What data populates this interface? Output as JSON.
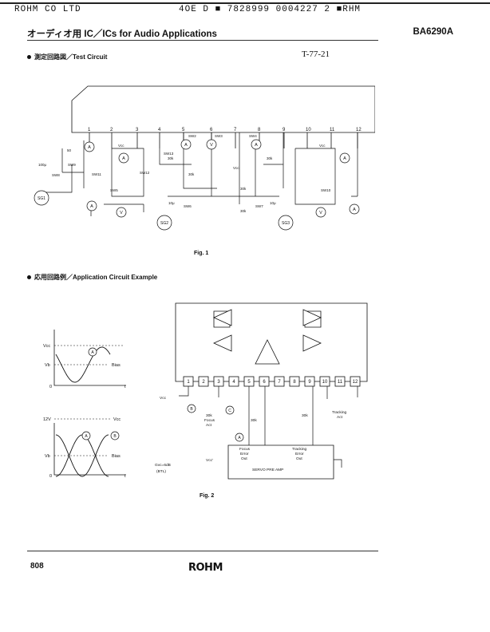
{
  "scan_header": {
    "left": "ROHM CO LTD",
    "right": "4OE D   ■  7828999 0004227 2 ■RHM"
  },
  "title": "オーディオ用 IC／ICs for Audio Applications",
  "part_number": "BA6290A",
  "handwritten_code": "T-77-21",
  "sections": {
    "test_circuit": "測定回路図／Test Circuit",
    "application": "応用回路例／Application Circuit Example"
  },
  "figures": {
    "fig1": "Fig. 1",
    "fig2": "Fig. 2"
  },
  "fig1_labels": {
    "pins": [
      "1",
      "2",
      "3",
      "4",
      "5",
      "6",
      "7",
      "8",
      "9",
      "10",
      "11",
      "12"
    ],
    "sw": [
      "SW2",
      "SW3",
      "SW4",
      "SW5",
      "SW6",
      "SW7",
      "SW8",
      "SW9",
      "SW10",
      "SW11",
      "SW12",
      "SW13"
    ],
    "res": [
      "30k",
      "30k",
      "30k",
      "30k",
      "30k",
      "50",
      "100μ",
      "10μ",
      "10μ"
    ],
    "sg": [
      "SG1",
      "SG2",
      "SG3"
    ],
    "vcc": "Vcc",
    "meters": [
      "A",
      "V"
    ]
  },
  "fig2_labels": {
    "pins": [
      "1",
      "2",
      "3",
      "4",
      "5",
      "6",
      "7",
      "8",
      "9",
      "10",
      "11",
      "12"
    ],
    "focus_act": "Focus\nAct",
    "tracking_act": "Tracking\nAct",
    "servo_labels": [
      "Focus",
      "Error",
      "Out"
    ],
    "tracking_labels": [
      "Tracking",
      "Error",
      "Out"
    ],
    "servo_amp": "SERVO PRE AMP",
    "res": [
      "30k",
      "30k",
      "30k"
    ],
    "gain": "Gvc=6dB",
    "gain_note": "(BTL)",
    "vcc": "Vcc",
    "vref": "Vcc'",
    "graph1": {
      "vcc": "Vcc",
      "vb": "Vb",
      "bias": "Bias",
      "t": "t",
      "zero": "0",
      "label": "A"
    },
    "graph2": {
      "v12": "12V",
      "vcc": "Vcc",
      "vb": "Vb",
      "bias": "Bias",
      "t": "t",
      "zero": "0",
      "a": "A",
      "b": "B"
    },
    "markers": [
      "A",
      "B",
      "C"
    ]
  },
  "footer": {
    "page": "808",
    "logo": "ROHM"
  }
}
